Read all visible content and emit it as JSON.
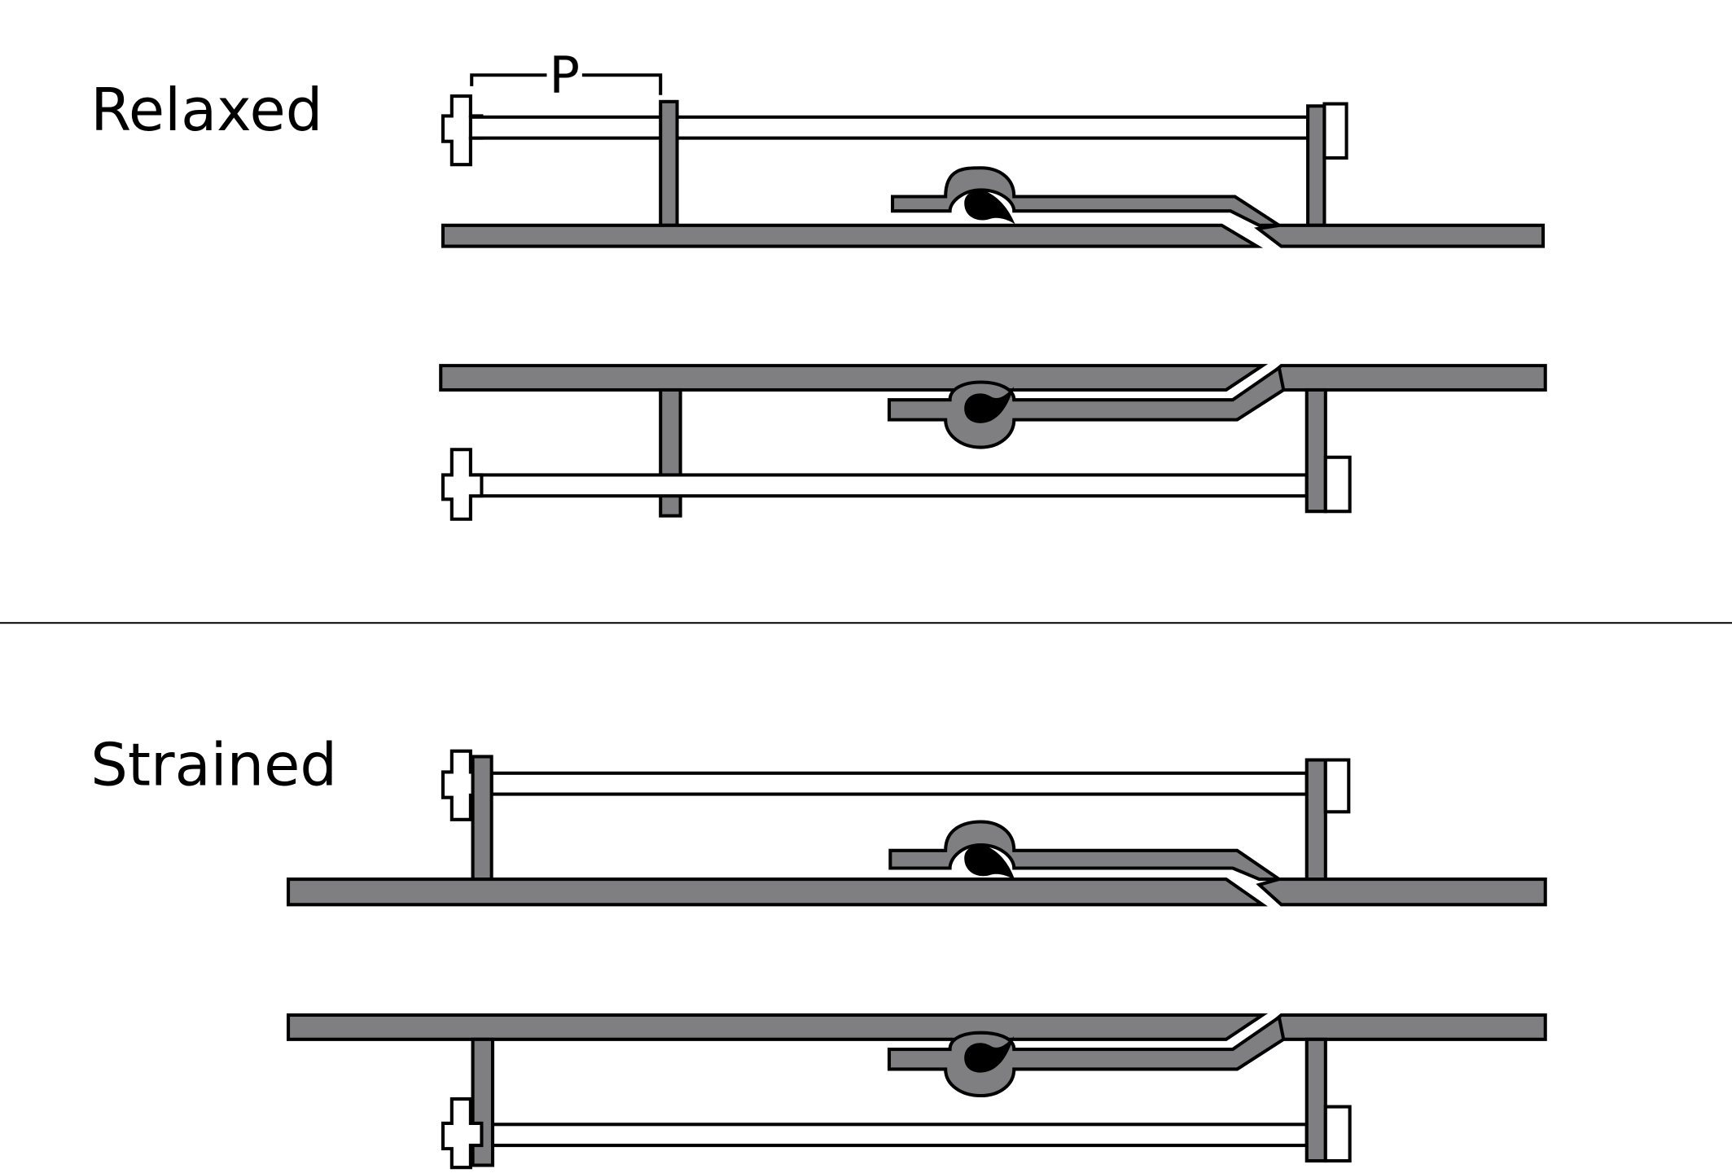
{
  "sections": [
    {
      "label": "Relaxed"
    },
    {
      "label": "Strained"
    }
  ],
  "dimension_label": "P",
  "colors": {
    "filament_fill": "#7f7f82",
    "outline": "#000000",
    "background": "#ffffff",
    "divider": "#000000"
  }
}
